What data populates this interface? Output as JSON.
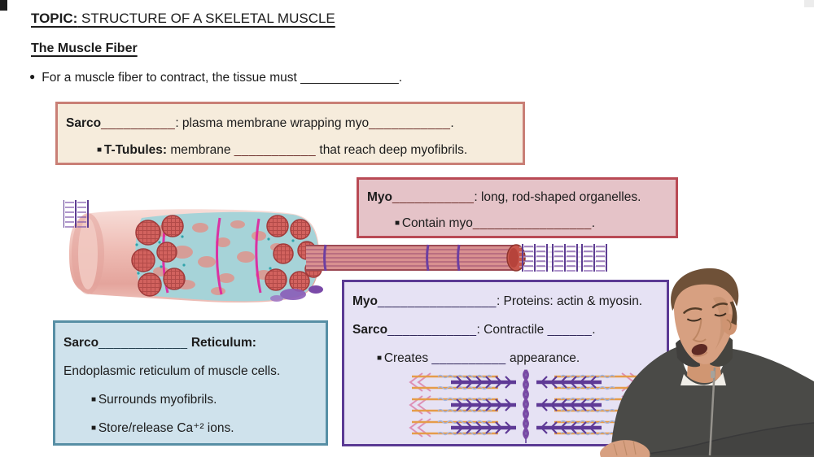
{
  "palette": {
    "page-bg": "#ffffff",
    "ink": "#1c1c1c",
    "box1-bg": "#f6ecdc",
    "box1-border": "#c97f76",
    "box1-blank": "#6e312d",
    "box2-bg": "#e5c3c8",
    "box2-border": "#b94a55",
    "box2-blank": "#6e312d",
    "box3-bg": "#cfe2ec",
    "box3-border": "#578fa5",
    "box3-blank": "#27404e",
    "box4-bg": "#e6e2f4",
    "box4-border": "#5b3a94",
    "box4-blank": "#32295a",
    "accent-magenta": "#e0219e",
    "myofibril-red": "#d2625e",
    "sr-teal": "#a6d3d8",
    "myosin-purple": "#5f3a96",
    "actin-orange": "#e59c4a"
  },
  "header": {
    "topic_label": "TOPIC:",
    "topic_title": " STRUCTURE OF A SKELETAL MUSCLE",
    "subtitle": "The Muscle Fiber",
    "bullet_marker": "●",
    "bullet_text": "For a muscle fiber to contract, the tissue must ______________."
  },
  "boxes": {
    "sarcolemma": {
      "line1": [
        {
          "t": "Sarco",
          "c": "lead"
        },
        {
          "t": "__________",
          "c": "blank"
        },
        {
          "t": ": plasma membrane wrapping myo",
          "c": ""
        },
        {
          "t": "___________",
          "c": "blank"
        },
        {
          "t": ".",
          "c": ""
        }
      ],
      "line2": [
        {
          "t": "■ ",
          "c": "sq"
        },
        {
          "t": "T-Tubules:",
          "c": "b"
        },
        {
          "t": " membrane ",
          "c": ""
        },
        {
          "t": "___________",
          "c": "blank"
        },
        {
          "t": " that reach deep myofibrils.",
          "c": ""
        }
      ]
    },
    "myofibrils": {
      "line1": [
        {
          "t": "Myo",
          "c": "lead"
        },
        {
          "t": "___________",
          "c": "blank"
        },
        {
          "t": ": long, rod-shaped organelles.",
          "c": ""
        }
      ],
      "line2": [
        {
          "t": "■ ",
          "c": "sq"
        },
        {
          "t": "Contain myo",
          "c": ""
        },
        {
          "t": "________________",
          "c": "blank"
        },
        {
          "t": ".",
          "c": ""
        }
      ]
    },
    "sarcoplasmic_reticulum": {
      "line1": [
        {
          "t": "Sarco",
          "c": "lead"
        },
        {
          "t": "____________",
          "c": "blank"
        },
        {
          "t": " Reticulum:",
          "c": "lead"
        }
      ],
      "line2": [
        {
          "t": "Endoplasmic reticulum of muscle cells.",
          "c": ""
        }
      ],
      "line3": [
        {
          "t": "■ ",
          "c": "sq"
        },
        {
          "t": "Surrounds myofibrils.",
          "c": ""
        }
      ],
      "line4": [
        {
          "t": "■ ",
          "c": "sq"
        },
        {
          "t": "Store/release Ca⁺² ions.",
          "c": ""
        }
      ]
    },
    "myofilaments": {
      "line1": [
        {
          "t": "Myo",
          "c": "lead"
        },
        {
          "t": "________________",
          "c": "blank"
        },
        {
          "t": ": Proteins: actin & myosin.",
          "c": ""
        }
      ],
      "line2": [
        {
          "t": "Sarco",
          "c": "lead"
        },
        {
          "t": "____________",
          "c": "blank"
        },
        {
          "t": ": Contractile ",
          "c": ""
        },
        {
          "t": "______",
          "c": "blank"
        },
        {
          "t": ".",
          "c": ""
        }
      ],
      "line3": [
        {
          "t": "■ ",
          "c": "sq"
        },
        {
          "t": "Creates ",
          "c": ""
        },
        {
          "t": "__________",
          "c": "blank"
        },
        {
          "t": " appearance.",
          "c": ""
        }
      ]
    }
  }
}
